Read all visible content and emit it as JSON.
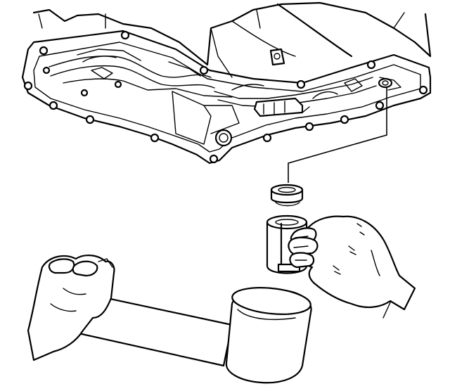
{
  "figure": {
    "kind": "technical-line-illustration",
    "parts": [
      "transmission-case",
      "oil-pump-pickup-seal",
      "seal-installer-tool",
      "hands",
      "mallet"
    ],
    "line_color": "#000000",
    "background": "#ffffff"
  }
}
